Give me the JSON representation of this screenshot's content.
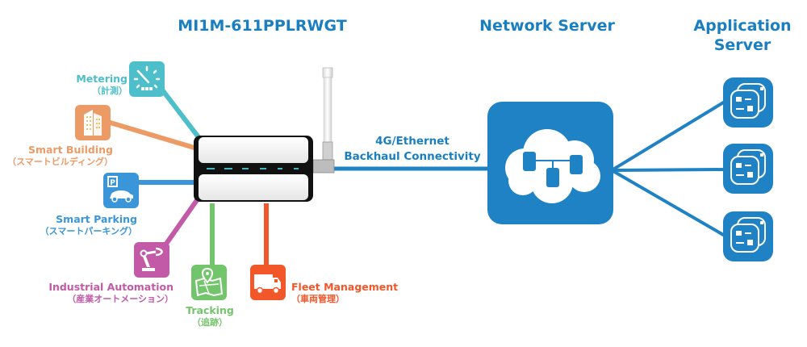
{
  "diagram": {
    "device_title": "MI1M-611PPLRWGT",
    "network_server_title": "Network Server",
    "application_server_title_line1": "Application",
    "application_server_title_line2": "Server",
    "backhaul_line1": "4G/Ethernet",
    "backhaul_line2": "Backhaul Connectivity",
    "colors": {
      "brand_blue": "#1f82c4",
      "title_blue": "#1a7fc1",
      "metering": "#4dbfca",
      "smart_building": "#ec9b66",
      "smart_parking": "#3a96d8",
      "industrial_automation": "#c25aa8",
      "tracking": "#73c56b",
      "fleet_management": "#f2572a"
    },
    "use_cases": [
      {
        "id": "metering",
        "label": "Metering",
        "label_jp": "（計測）",
        "icon": "gauge-meter-icon"
      },
      {
        "id": "smart-building",
        "label": "Smart Building",
        "label_jp": "（スマートビルディング）",
        "icon": "building-icon"
      },
      {
        "id": "smart-parking",
        "label": "Smart Parking",
        "label_jp": "（スマートパーキング）",
        "icon": "parking-car-icon"
      },
      {
        "id": "industrial-automation",
        "label": "Industrial Automation",
        "label_jp": "（産業オートメーション）",
        "icon": "robot-arm-icon"
      },
      {
        "id": "tracking",
        "label": "Tracking",
        "label_jp": "（追跡）",
        "icon": "map-pin-icon"
      },
      {
        "id": "fleet-management",
        "label": "Fleet Management",
        "label_jp": "（車両管理）",
        "icon": "truck-icon"
      }
    ],
    "application_servers": [
      {
        "icon": "app-window-icon"
      },
      {
        "icon": "app-window-icon"
      },
      {
        "icon": "app-window-icon"
      }
    ]
  }
}
